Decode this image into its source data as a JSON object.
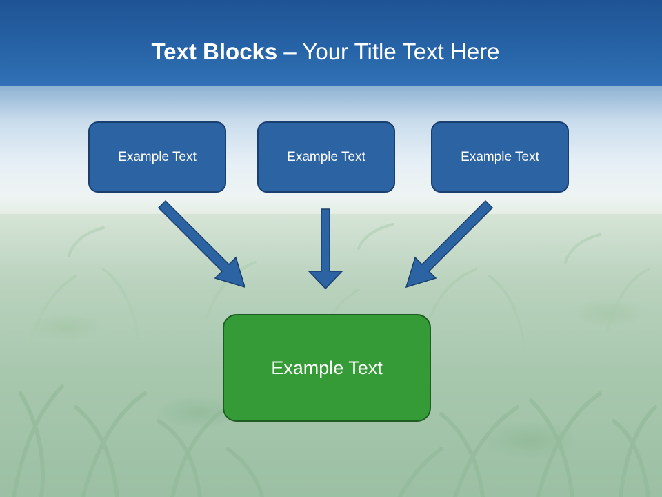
{
  "slide": {
    "title_bold": "Text Blocks",
    "title_dash": " – ",
    "title_regular": "Your Title Text Here"
  },
  "boxes": {
    "left_label": "Example Text",
    "center_label": "Example Text",
    "right_label": "Example Text",
    "target_label": "Example Text"
  },
  "colors": {
    "header_blue": "#1e5494",
    "box_blue": "#2c63a3",
    "box_green": "#359b36",
    "arrow_blue": "#2c63a3"
  }
}
